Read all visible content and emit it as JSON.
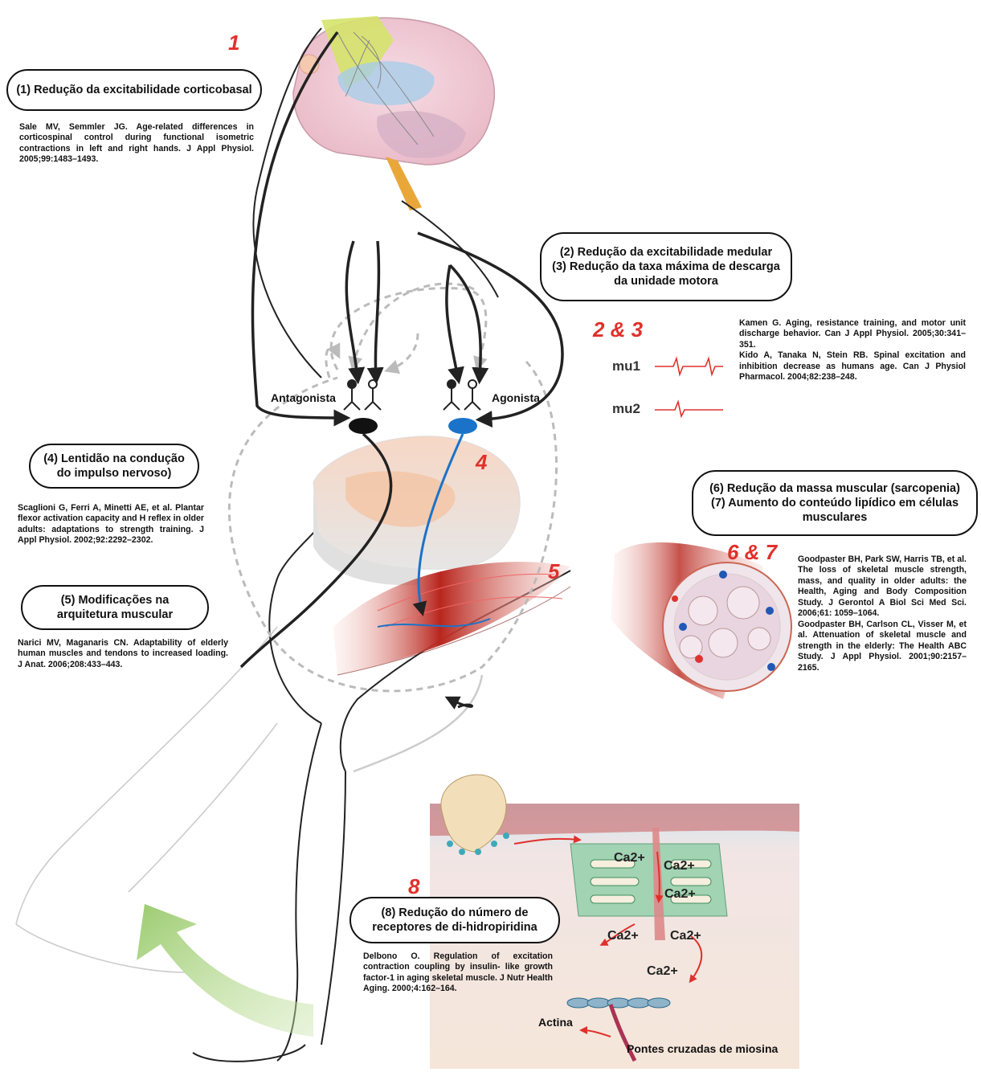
{
  "mechanisms": [
    {
      "id": "1",
      "number": "1",
      "lines": [
        "(1) Redução da excitabilidade corticobasal"
      ],
      "reference": [
        "Sale MV, Semmler JG. Age-related differences in corticospinal control during functional isometric contractions in left and right hands. J Appl Physiol. 2005;99:1483–1493."
      ]
    },
    {
      "id": "2-3",
      "number": "2 & 3",
      "lines": [
        "(2) Redução da excitabilidade medular",
        "(3) Redução da taxa máxima de descarga",
        "da unidade motora"
      ],
      "reference": [
        "Kamen G. Aging, resistance training, and motor unit discharge behavior. Can J Appl Physiol. 2005;30:341–351.",
        "Kido A, Tanaka N, Stein RB. Spinal excitation and inhibition decrease as humans age. Can J Physiol Pharmacol. 2004;82:238–248."
      ]
    },
    {
      "id": "4",
      "number": "4",
      "lines": [
        "(4) Lentidão na condução",
        "do impulso nervoso)"
      ],
      "reference": [
        "Scaglioni G, Ferri A, Minetti AE, et al. Plantar flexor activation capacity and H reflex in older adults: adaptations to strength training. J Appl Physiol. 2002;92:2292–2302."
      ]
    },
    {
      "id": "5",
      "number": "5",
      "lines": [
        "(5) Modificações na",
        "arquitetura muscular"
      ],
      "reference": [
        "Narici MV, Maganaris CN. Adaptability of elderly human muscles and tendons to increased loading. J Anat. 2006;208:433–443."
      ]
    },
    {
      "id": "6-7",
      "number": "6 & 7",
      "lines": [
        "(6) Redução da massa muscular (sarcopenia)",
        "(7) Aumento do conteúdo lipídico em células",
        "musculares"
      ],
      "reference": [
        "Goodpaster BH, Park SW, Harris TB, et al. The loss of skeletal muscle strength, mass, and quality in older adults: the Health, Aging and Body Composition Study. J Gerontol A Biol Sci Med Sci. 2006;61: 1059–1064.",
        "Goodpaster BH, Carlson CL, Visser M, et al. Attenuation of skeletal muscle and strength in the elderly: The Health ABC Study. J Appl Physiol. 2001;90:2157–2165."
      ]
    },
    {
      "id": "8",
      "number": "8",
      "lines": [
        "(8) Redução do número de",
        "receptores de di-hidropiridina"
      ],
      "reference": [
        "Delbono O. Regulation of excitation contraction coupling by insulin- like growth factor-1 in aging skeletal muscle. J Nutr Health Aging. 2000;4:162–164."
      ]
    }
  ],
  "labels": {
    "antagonista": "Antagonista",
    "agonista": "Agonista",
    "mu1": "mu1",
    "mu2": "mu2",
    "ca": "Ca2+",
    "actina": "Actina",
    "pontes": "Pontes cruzadas de miosina"
  },
  "colors": {
    "accent": "#e0302b",
    "nerve_blue": "#1a73c9",
    "muscle": "#c0362c",
    "frame": "#111111"
  }
}
